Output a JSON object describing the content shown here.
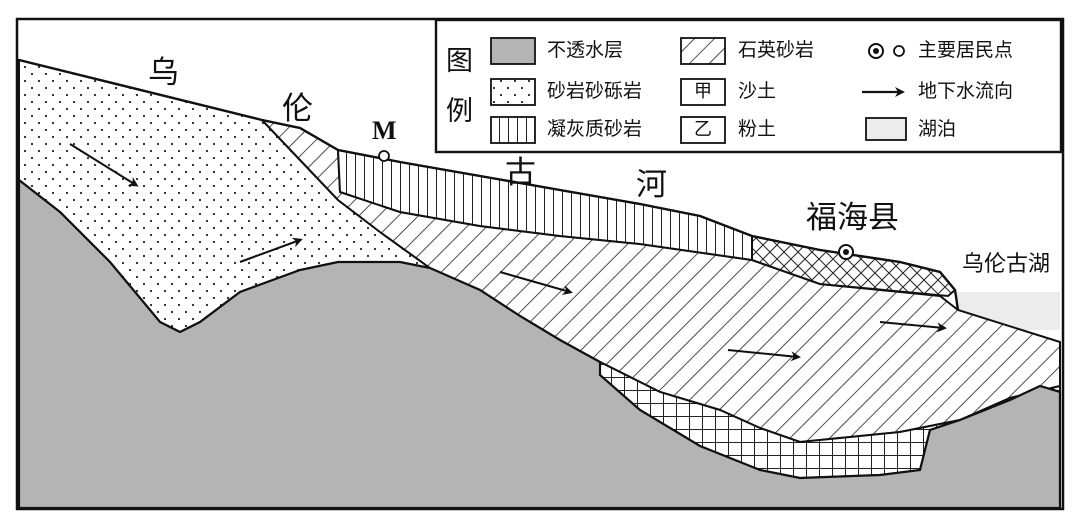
{
  "diagram": {
    "place_labels": {
      "wu": "乌",
      "lun": "伦",
      "gu": "古",
      "he": "河",
      "point_m": "M",
      "fuhai": "福海县",
      "lake": "乌伦古湖"
    },
    "legend": {
      "title_top": "图",
      "title_bottom": "例",
      "items": {
        "impermeable": "不透水层",
        "sandstone_conglomerate": "砂岩砂砾岩",
        "tuff_sandstone": "凝灰质砂岩",
        "quartz_sandstone": "石英砂岩",
        "sandy_soil": "沙土",
        "silt": "粉土",
        "residence": "主要居民点",
        "flow_direction": "地下水流向",
        "lake": "湖泊"
      },
      "box_labels": {
        "jia": "甲",
        "yi": "乙"
      }
    },
    "colors": {
      "impermeable": "#b4b4b4",
      "lake": "#ececec",
      "line": "#111111"
    }
  }
}
